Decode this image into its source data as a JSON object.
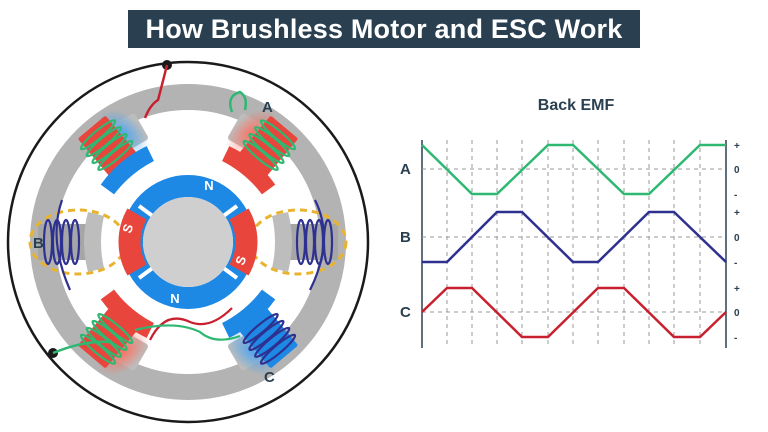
{
  "title": "How Brushless Motor and ESC Work",
  "motor": {
    "coil_labels": {
      "a": "A",
      "b": "B",
      "c": "C"
    },
    "magnet_labels": {
      "north": "N",
      "south": "S"
    }
  },
  "back_emf": {
    "title": "Back EMF",
    "rows": [
      {
        "label": "A",
        "ticks": [
          "+",
          "0",
          "-"
        ],
        "color": "#2eb872"
      },
      {
        "label": "B",
        "ticks": [
          "+",
          "0",
          "-"
        ],
        "color": "#2e3190"
      },
      {
        "label": "C",
        "ticks": [
          "+",
          "0",
          "-"
        ],
        "color": "#c8202e"
      }
    ]
  },
  "colors": {
    "title_bg": "#2a4050",
    "stator": "#b3b3b3",
    "coil_red": "#e8453c",
    "coil_blue": "#1e88e5",
    "magnet_red": "#e8453c",
    "magnet_blue": "#1e88e5",
    "hall_dash": "#e8b430"
  }
}
